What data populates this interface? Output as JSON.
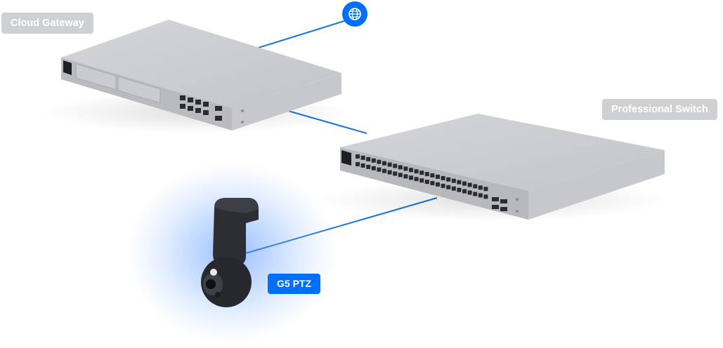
{
  "labels": {
    "gateway": "Cloud Gateway",
    "switch": "Professional Switch",
    "camera": "G5 PTZ"
  },
  "icons": {
    "internet": "globe-icon"
  },
  "colors": {
    "accent": "#006fff",
    "link_line": "#1a73d9",
    "label_gray": "#cfd0d3",
    "device_top": "#c9cbd0",
    "device_front": "#b7b9be",
    "camera_body": "#2a2c31",
    "camera_glow": "#4a8cff"
  }
}
